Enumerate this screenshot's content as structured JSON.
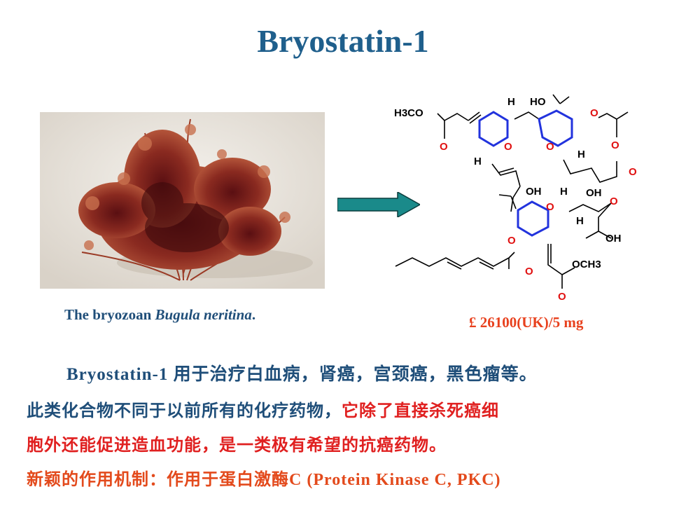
{
  "title": "Bryostatin-1",
  "caption": {
    "prefix": "The bryozoan ",
    "species": "Bugula neritina",
    "suffix": "."
  },
  "price": "£ 26100(UK)/5 mg",
  "structure_labels": {
    "h3co": "H3CO",
    "ho_top": "HO",
    "h": "H",
    "o": "O",
    "oh": "OH",
    "och3": "OCH3"
  },
  "lines": {
    "l1_a": "Bryostatin-1 ",
    "l1_b": "用于治疗白血病，肾癌，宫颈癌，黑色瘤等。",
    "l2_a": "此类化合物不同于以前所有的化疗药物，",
    "l2_b": "它除了直接杀死癌细",
    "l3": "胞外还能促进造血功能，是一类极有希望的抗癌药物。",
    "l4": "新颖的作用机制：作用于蛋白激酶C (Protein Kinase C, PKC)"
  },
  "colors": {
    "title": "#1f5f8c",
    "text_blue": "#1f4e79",
    "text_red": "#e02020",
    "price": "#e8411e",
    "arrow": "#1a8a8a",
    "ring_bonds": "#2233dd",
    "oxygen": "#e01010"
  }
}
